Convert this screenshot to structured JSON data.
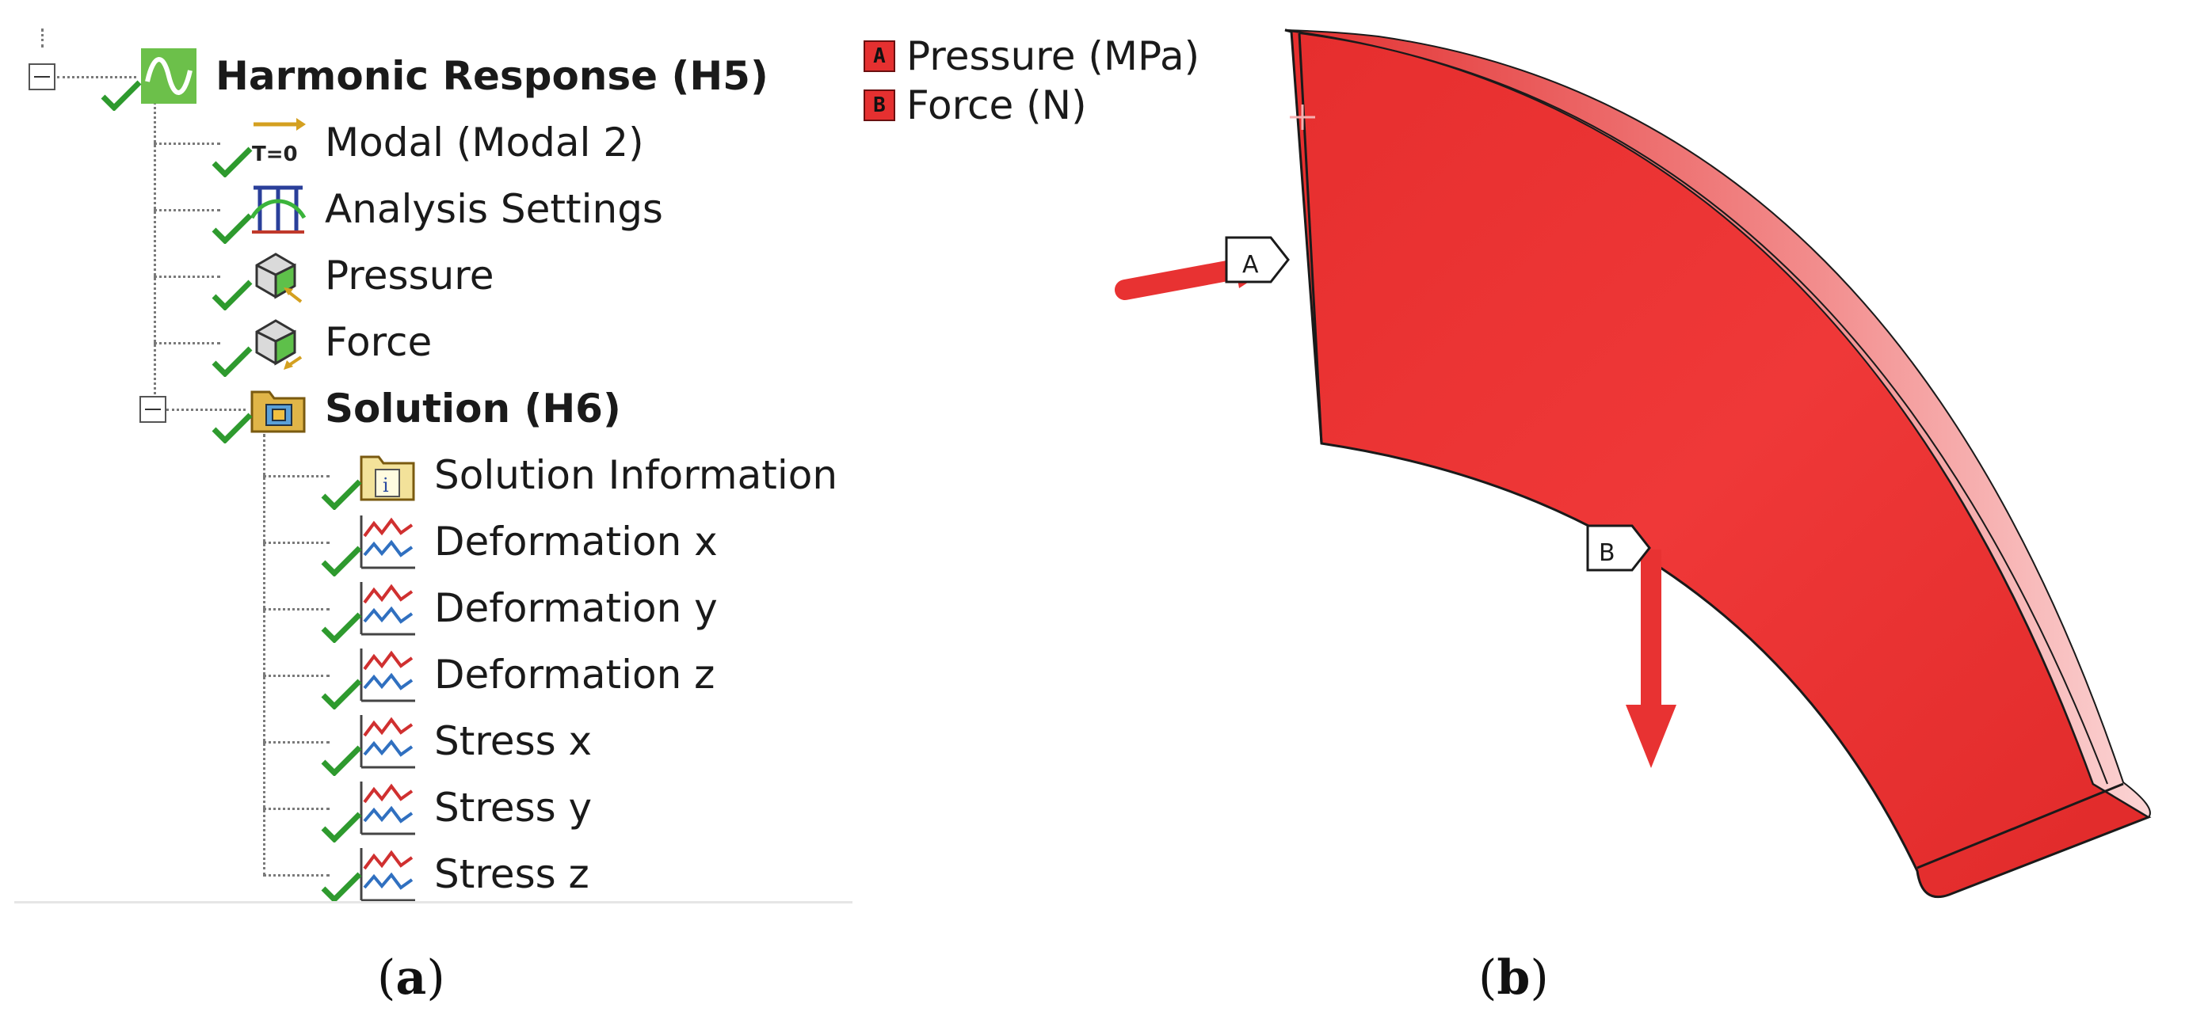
{
  "tree": {
    "root": {
      "label": "Harmonic Response (H5)"
    },
    "children": [
      {
        "label": "Modal (Modal 2)",
        "icon": "initial-condition-icon"
      },
      {
        "label": "Analysis Settings",
        "icon": "analysis-settings-icon"
      },
      {
        "label": "Pressure",
        "icon": "pressure-load-icon"
      },
      {
        "label": "Force",
        "icon": "force-load-icon"
      }
    ],
    "solution": {
      "label": "Solution (H6)",
      "children": [
        {
          "label": "Solution Information",
          "icon": "solution-information-icon"
        },
        {
          "label": "Deformation x",
          "icon": "frequency-response-icon"
        },
        {
          "label": "Deformation y",
          "icon": "frequency-response-icon"
        },
        {
          "label": "Deformation z",
          "icon": "frequency-response-icon"
        },
        {
          "label": "Stress x",
          "icon": "frequency-response-icon"
        },
        {
          "label": "Stress y",
          "icon": "frequency-response-icon"
        },
        {
          "label": "Stress z",
          "icon": "frequency-response-icon"
        }
      ]
    },
    "modal_icon_text": "T=0"
  },
  "captions": {
    "a": "(a)",
    "b": "(b)",
    "a_letter": "a",
    "b_letter": "b"
  },
  "legend": [
    {
      "tag": "A",
      "label": "Pressure (MPa)"
    },
    {
      "tag": "B",
      "label": "Force (N)"
    }
  ],
  "model": {
    "color": "#e53030",
    "markers": [
      {
        "tag": "A"
      },
      {
        "tag": "B"
      }
    ]
  },
  "colors": {
    "check": "#2e9a2e",
    "harmonic_icon": "#6cc04a",
    "model": "#e53030"
  }
}
